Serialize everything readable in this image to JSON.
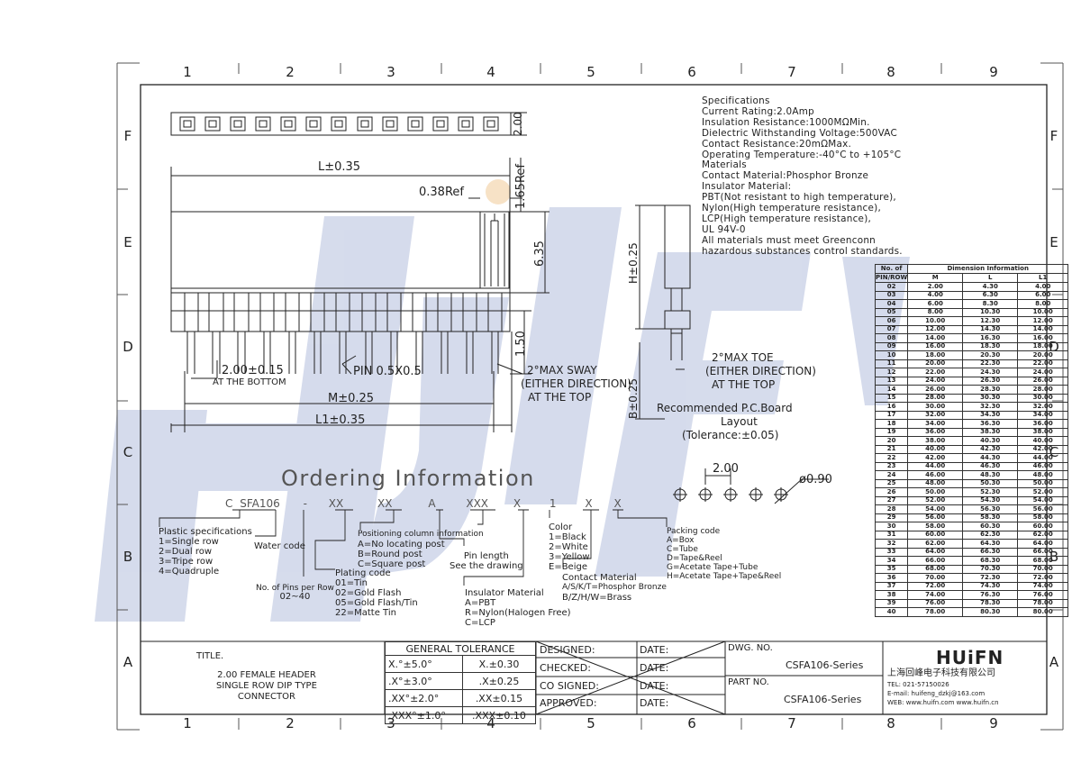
{
  "grid": {
    "columns": [
      "1",
      "2",
      "3",
      "4",
      "5",
      "6",
      "7",
      "8",
      "9"
    ],
    "rows": [
      "F",
      "E",
      "D",
      "C",
      "B",
      "A"
    ]
  },
  "specifications": [
    "Specifications",
    "Current Rating:2.0Amp",
    "Insulation Resistance:1000MΩMin.",
    "Dielectric Withstanding Voltage:500VAC",
    "Contact Resistance:20mΩMax.",
    "Operating Temperature:-40°C to +105°C",
    "Materials",
    "Contact Material:Phosphor Bronze",
    "Insulator Material:",
    "PBT(Not resistant to high temperature),",
    "Nylon(High temperature resistance),",
    "LCP(High temperature resistance),",
    "UL 94V-0",
    "All materials must meet Greenconn",
    "hazardous substances control standards."
  ],
  "front_view": {
    "dim_L": "L±0.35",
    "dim_038": "0.38Ref",
    "dim_165": "1.65Ref",
    "dim_635": "6.35",
    "dim_200_top": "2.00",
    "dim_150": "1.50",
    "dim_pitch": "2.00±0.15",
    "at_bottom": "AT THE BOTTOM",
    "pin": "PIN 0.5X0.5",
    "dim_M": "M±0.25",
    "dim_L1": "L1±0.35",
    "sway": [
      "2°MAX SWAY",
      "(EITHER DIRECTION)",
      "AT THE TOP"
    ]
  },
  "side_view": {
    "H": "H±0.25",
    "B": "B±0.25",
    "toe": [
      "2°MAX TOE",
      "(EITHER DIRECTION)",
      "AT THE TOP"
    ]
  },
  "pcb": {
    "title": [
      "Recommended P.C.Board",
      "Layout",
      "(Tolerance:±0.05)"
    ],
    "pitch": "2.00",
    "hole": "ø0.90"
  },
  "dimension_table": {
    "header1": [
      "No. of",
      "Dimension Information"
    ],
    "header2": [
      "PIN/ROW",
      "M",
      "L",
      "L1"
    ],
    "rows": [
      [
        "02",
        "2.00",
        "4.30",
        "4.00"
      ],
      [
        "03",
        "4.00",
        "6.30",
        "6.00"
      ],
      [
        "04",
        "6.00",
        "8.30",
        "8.00"
      ],
      [
        "05",
        "8.00",
        "10.30",
        "10.00"
      ],
      [
        "06",
        "10.00",
        "12.30",
        "12.00"
      ],
      [
        "07",
        "12.00",
        "14.30",
        "14.00"
      ],
      [
        "08",
        "14.00",
        "16.30",
        "16.00"
      ],
      [
        "09",
        "16.00",
        "18.30",
        "18.00"
      ],
      [
        "10",
        "18.00",
        "20.30",
        "20.00"
      ],
      [
        "11",
        "20.00",
        "22.30",
        "22.00"
      ],
      [
        "12",
        "22.00",
        "24.30",
        "24.00"
      ],
      [
        "13",
        "24.00",
        "26.30",
        "26.00"
      ],
      [
        "14",
        "26.00",
        "28.30",
        "28.00"
      ],
      [
        "15",
        "28.00",
        "30.30",
        "30.00"
      ],
      [
        "16",
        "30.00",
        "32.30",
        "32.00"
      ],
      [
        "17",
        "32.00",
        "34.30",
        "34.00"
      ],
      [
        "18",
        "34.00",
        "36.30",
        "36.00"
      ],
      [
        "19",
        "36.00",
        "38.30",
        "38.00"
      ],
      [
        "20",
        "38.00",
        "40.30",
        "40.00"
      ],
      [
        "21",
        "40.00",
        "42.30",
        "42.00"
      ],
      [
        "22",
        "42.00",
        "44.30",
        "44.00"
      ],
      [
        "23",
        "44.00",
        "46.30",
        "46.00"
      ],
      [
        "24",
        "46.00",
        "48.30",
        "48.00"
      ],
      [
        "25",
        "48.00",
        "50.30",
        "50.00"
      ],
      [
        "26",
        "50.00",
        "52.30",
        "52.00"
      ],
      [
        "27",
        "52.00",
        "54.30",
        "54.00"
      ],
      [
        "28",
        "54.00",
        "56.30",
        "56.00"
      ],
      [
        "29",
        "56.00",
        "58.30",
        "58.00"
      ],
      [
        "30",
        "58.00",
        "60.30",
        "60.00"
      ],
      [
        "31",
        "60.00",
        "62.30",
        "62.00"
      ],
      [
        "32",
        "62.00",
        "64.30",
        "64.00"
      ],
      [
        "33",
        "64.00",
        "66.30",
        "66.00"
      ],
      [
        "34",
        "66.00",
        "68.30",
        "68.00"
      ],
      [
        "35",
        "68.00",
        "70.30",
        "70.00"
      ],
      [
        "36",
        "70.00",
        "72.30",
        "72.00"
      ],
      [
        "37",
        "72.00",
        "74.30",
        "74.00"
      ],
      [
        "38",
        "74.00",
        "76.30",
        "76.00"
      ],
      [
        "39",
        "76.00",
        "78.30",
        "78.00"
      ],
      [
        "40",
        "78.00",
        "80.30",
        "80.00"
      ]
    ]
  },
  "ordering": {
    "title": "Ordering Information",
    "code": [
      "C",
      "SFA106",
      "-",
      "XX",
      "XX",
      "A",
      "XXX",
      "X",
      "1",
      "X",
      "X"
    ],
    "plastic": [
      "Plastic specifications",
      "1=Single row",
      "2=Dual row",
      "3=Tripe row",
      "4=Quadruple"
    ],
    "water": "Water code",
    "pins": [
      "No. of Pins per Row",
      "02~40"
    ],
    "plating": [
      "Plating code",
      "01=Tin",
      "02=Gold Flash",
      "05=Gold Flash/Tin",
      "22=Matte Tin"
    ],
    "positioning": [
      "Positioning column information",
      "A=No locating post",
      "B=Round post",
      "C=Square post"
    ],
    "pin_length": [
      "Pin length",
      "See the drawing"
    ],
    "insulator": [
      "Insulator Material",
      "A=PBT",
      "R=Nylon(Halogen Free)",
      "C=LCP"
    ],
    "color": [
      "Color",
      "1=Black",
      "2=White",
      "3=Yellow",
      "E=Beige"
    ],
    "contact": [
      "Contact Material",
      "A/S/K/T=Phosphor Bronze",
      "B/Z/H/W=Brass"
    ],
    "packing": [
      "Packing code",
      "A=Box",
      "C=Tube",
      "D=Tape&Reel",
      "G=Acetate Tape+Tube",
      "H=Acetate Tape+Tape&Reel"
    ]
  },
  "title_block": {
    "title_label": "TITLE.",
    "title": [
      "2.00 FEMALE HEADER",
      "SINGLE ROW DIP TYPE",
      "CONNECTOR"
    ],
    "tolerance_header": "GENERAL TOLERANCE",
    "tolerances": [
      [
        "X.°±5.0°",
        "X.±0.30"
      ],
      [
        ".X°±3.0°",
        ".X±0.25"
      ],
      [
        ".XX°±2.0°",
        ".XX±0.15"
      ],
      [
        ".XXX°±1.0°",
        ".XXX±0.10"
      ]
    ],
    "signoffs": [
      "DESIGNED:",
      "CHECKED:",
      "CO SIGNED:",
      "APPROVED:"
    ],
    "date": "DATE:",
    "dwg_label": "DWG. NO.",
    "dwg": "CSFA106-Series",
    "part_label": "PART NO.",
    "part": "CSFA106-Series",
    "logo": "HUiFN",
    "company": "上海回峰电子科技有限公司",
    "tel": "TEL: 021-57150026",
    "email": "E-mail: huifeng_dzkj@163.com",
    "web": "WEB: www.huifn.com  www.huifn.cn"
  },
  "watermark": "HUiFN",
  "colors": {
    "line": "#222222",
    "watermark": "#c8d0e6",
    "watermark_dot": "#f2cfa0"
  }
}
